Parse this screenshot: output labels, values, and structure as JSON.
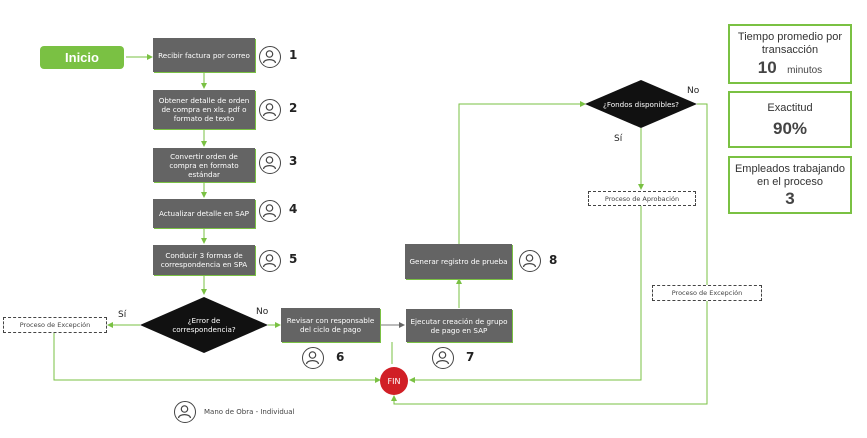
{
  "start_label": "Inicio",
  "steps": {
    "s1": "Recibir factura por correo",
    "s2": "Obtener detalle de orden de compra en xls. pdf o formato de texto",
    "s3": "Convertir orden de compra en formato estándar",
    "s4": "Actualizar detalle en SAP",
    "s5": "Conducir 3 formas de correspondencia en SPA",
    "s6": "Revisar con responsable del ciclo de pago",
    "s7": "Ejecutar creación de grupo de pago en SAP",
    "s8": "Generar registro de prueba"
  },
  "decisions": {
    "d1": "¿Error de correspondencia?",
    "d2": "¿Fondos disponibles?"
  },
  "answers": {
    "yes": "Sí",
    "no": "No"
  },
  "exceptions": {
    "left": "Proceso de Excepción",
    "right": "Proceso de Excepción",
    "approval": "Proceso de Aprobación"
  },
  "numbers": {
    "n1": "1",
    "n2": "2",
    "n3": "3",
    "n4": "4",
    "n5": "5",
    "n6": "6",
    "n7": "7",
    "n8": "8"
  },
  "end_label": "FIN",
  "legend": "Mano de Obra - Individual",
  "kpis": {
    "time_title": "Tiempo promedio por transacción",
    "time_value": "10",
    "time_unit": "minutos",
    "accuracy_title": "Exactitud",
    "accuracy_value": "90%",
    "employees_title": "Empleados trabajando en el proceso",
    "employees_value": "3"
  },
  "colors": {
    "green": "#7ac143",
    "gray": "#646464",
    "red": "#d11f26",
    "black": "#111111"
  }
}
